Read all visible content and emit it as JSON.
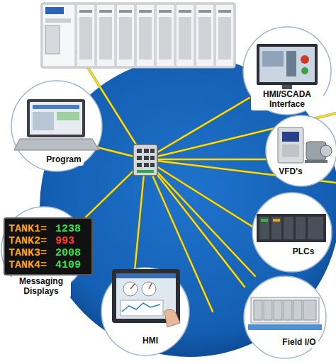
{
  "diagram": {
    "nodes": [
      {
        "text": [
          "HMI/SCADA Interface"
        ]
      },
      {
        "text": [
          "Program"
        ]
      },
      {
        "text": [
          "VFD's"
        ]
      },
      {
        "text": [
          "PLCs"
        ]
      },
      {
        "text": [
          "Messaging Displays"
        ]
      },
      {
        "text": [
          "HMI"
        ]
      },
      {
        "text": [
          "Field I/O"
        ]
      }
    ],
    "labels": [
      "TANK1=",
      "1238",
      "TANK2=",
      "993",
      "TANK3=",
      "2008",
      "TANK4=",
      "4109"
    ]
  }
}
